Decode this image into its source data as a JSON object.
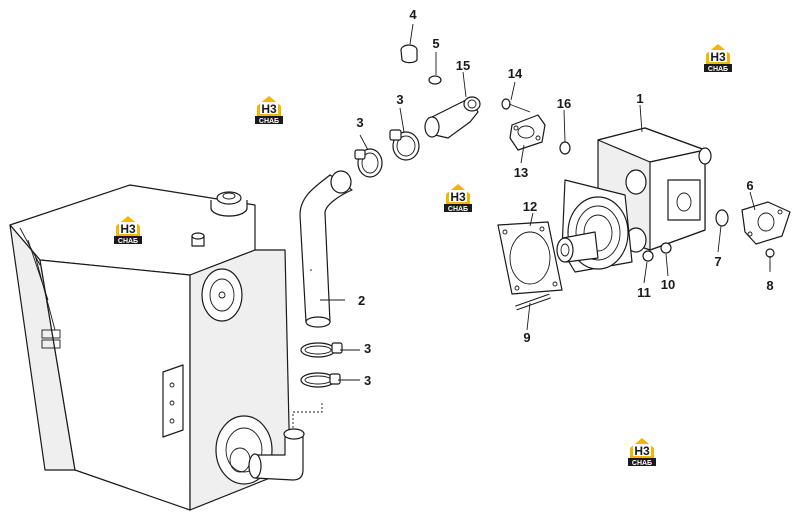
{
  "callouts": [
    {
      "id": "c1",
      "label": "1"
    },
    {
      "id": "c2",
      "label": "2"
    },
    {
      "id": "c3a",
      "label": "3"
    },
    {
      "id": "c3b",
      "label": "3"
    },
    {
      "id": "c3c",
      "label": "3"
    },
    {
      "id": "c3d",
      "label": "3"
    },
    {
      "id": "c4",
      "label": "4"
    },
    {
      "id": "c5",
      "label": "5"
    },
    {
      "id": "c6",
      "label": "6"
    },
    {
      "id": "c7",
      "label": "7"
    },
    {
      "id": "c8",
      "label": "8"
    },
    {
      "id": "c9",
      "label": "9"
    },
    {
      "id": "c10",
      "label": "10"
    },
    {
      "id": "c11",
      "label": "11"
    },
    {
      "id": "c12",
      "label": "12"
    },
    {
      "id": "c13",
      "label": "13"
    },
    {
      "id": "c14",
      "label": "14"
    },
    {
      "id": "c15",
      "label": "15"
    },
    {
      "id": "c16",
      "label": "16"
    }
  ],
  "watermark": {
    "mark": "H3",
    "text": "СНАБ",
    "accent": "#f2b705"
  },
  "colors": {
    "line": "#1a1a1a",
    "paper": "#ffffff",
    "shade": "#efefef"
  }
}
